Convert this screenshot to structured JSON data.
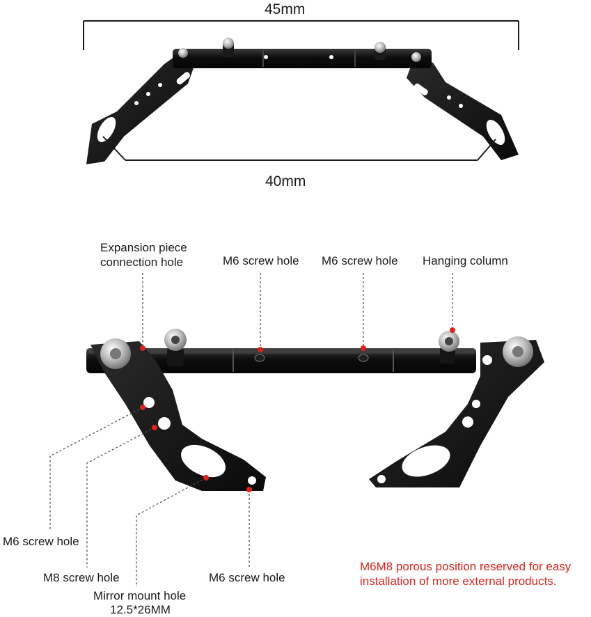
{
  "dimensions": {
    "top_width": "45mm",
    "bottom_width": "40mm"
  },
  "labels": {
    "expansion_line1": "Expansion piece",
    "expansion_line2": "connection hole",
    "m6_hole_1": "M6 screw hole",
    "m6_hole_2": "M6 screw hole",
    "hanging_column": "Hanging column",
    "m6_left": "M6 screw hole",
    "m8_hole": "M8 screw hole",
    "mirror_line1": "Mirror mount hole",
    "mirror_line2": "12.5*26MM",
    "m6_bottom": "M6 screw hole"
  },
  "note": {
    "line1": "M6M8 porous position reserved for easy",
    "line2": "installation of more external products."
  },
  "colors": {
    "metal": "#111111",
    "marker": "#e0201a",
    "note": "#d8251d"
  }
}
